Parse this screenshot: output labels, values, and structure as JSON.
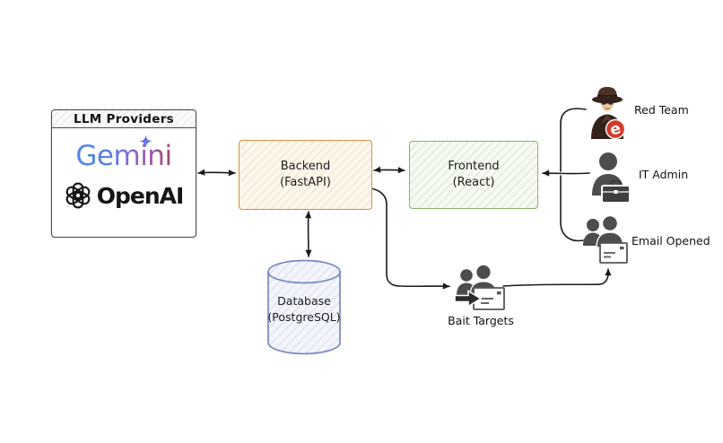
{
  "llm_box": {
    "header": "LLM Providers",
    "gemini_label": "Gemini",
    "openai_label": "OpenAI"
  },
  "nodes": {
    "backend": {
      "name": "Backend",
      "tech": "(FastAPI)"
    },
    "frontend": {
      "name": "Frontend",
      "tech": "(React)"
    },
    "database": {
      "name": "Database",
      "tech": "(PostgreSQL)"
    }
  },
  "actors": {
    "red_team": {
      "label": "Red Team"
    },
    "it_admin": {
      "label": "IT Admin"
    },
    "email_opened": {
      "label": "Email Opened"
    },
    "bait_targets": {
      "label": "Bait Targets"
    }
  },
  "colors": {
    "backend_border": "#d8913e",
    "frontend_border": "#84b366",
    "database_border": "#7a87c2",
    "llm_border": "#4a4a4a",
    "connector": "#1b1b1b",
    "actor_gray": "#4d4d4d",
    "red_team_badge": "#d23b2e",
    "gemini_gradient_start": "#4e86ec",
    "gemini_gradient_end": "#a8466e"
  }
}
